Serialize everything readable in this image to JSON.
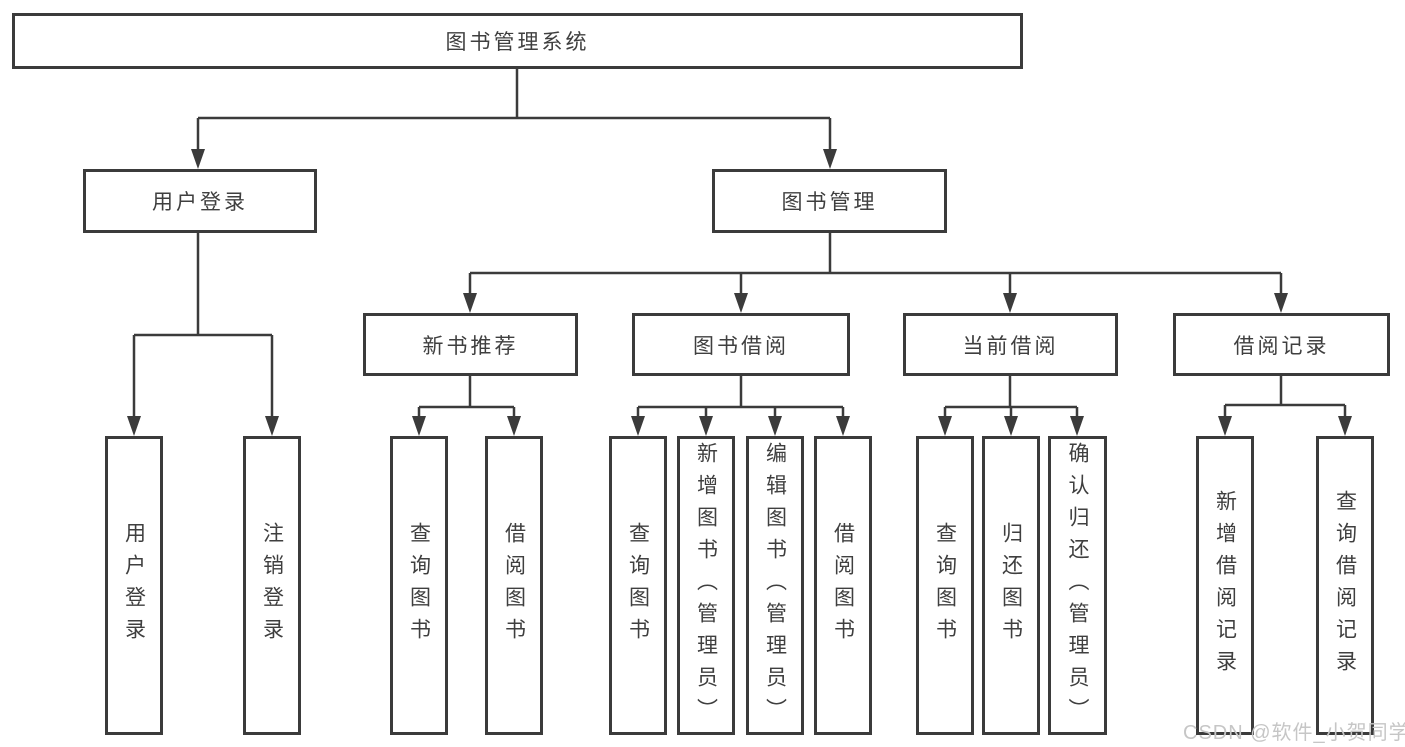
{
  "diagram": {
    "root": "图书管理系统",
    "user": {
      "label": "用户登录",
      "children": [
        "用户登录",
        "注销登录"
      ]
    },
    "book": {
      "label": "图书管理",
      "modules": [
        {
          "label": "新书推荐",
          "children": [
            "查询图书",
            "借阅图书"
          ]
        },
        {
          "label": "图书借阅",
          "children": [
            "查询图书",
            "新增图书（管理员）",
            "编辑图书（管理员）",
            "借阅图书"
          ]
        },
        {
          "label": "当前借阅",
          "children": [
            "查询图书",
            "归还图书",
            "确认归还（管理员）"
          ]
        },
        {
          "label": "借阅记录",
          "children": [
            "新增借阅记录",
            "查询借阅记录"
          ]
        }
      ]
    }
  },
  "watermark": "CSDN @软件_小贺同学"
}
